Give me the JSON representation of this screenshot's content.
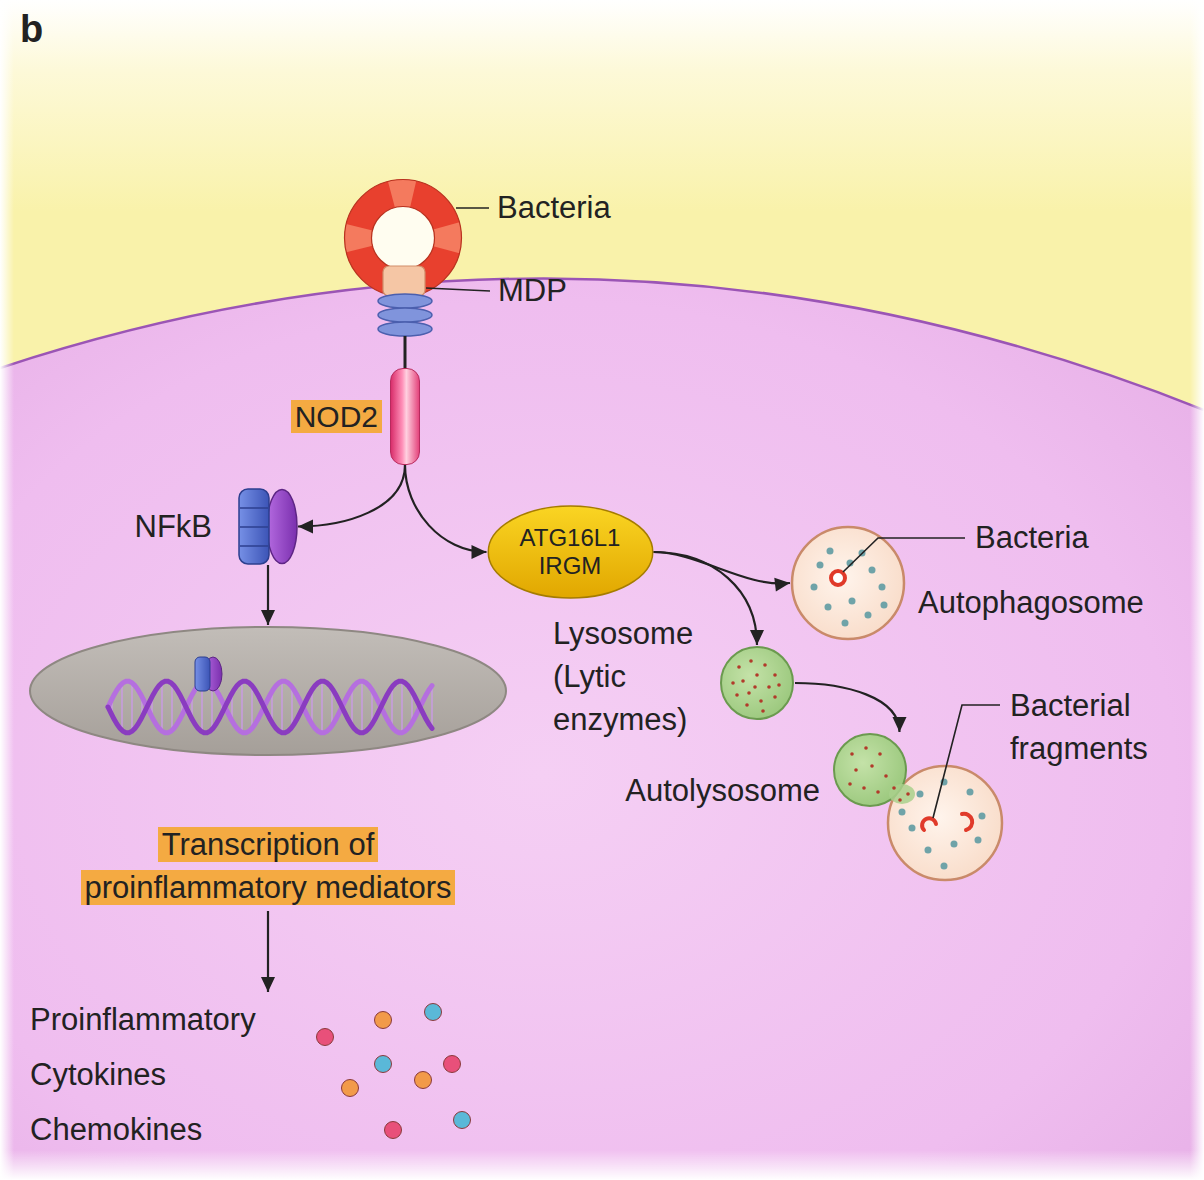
{
  "diagram": {
    "nodes": [
      {
        "text": [
          "NOD2"
        ]
      },
      {
        "text": [
          "NFkB"
        ]
      },
      {
        "text": [
          "ATG16L1 IRGM"
        ]
      },
      {
        "text": [
          "Transcription of proinflammatory mediators"
        ]
      },
      {
        "text": [
          "Proinflammatory Cytokines Chemokines"
        ]
      },
      {
        "text": [
          "Autophagosome"
        ]
      },
      {
        "text": [
          "Lysosome (Lytic enzymes)"
        ]
      },
      {
        "text": [
          "Autolysosome"
        ]
      }
    ],
    "edges": [
      {
        "from": 0,
        "to": 1,
        "arrow": "to"
      },
      {
        "from": 0,
        "to": 2,
        "arrow": "to"
      },
      {
        "from": 1,
        "to": 3,
        "arrow": "to"
      },
      {
        "from": 3,
        "to": 4,
        "arrow": "to"
      },
      {
        "from": 2,
        "to": 5,
        "arrow": "to"
      },
      {
        "from": 2,
        "to": 6,
        "arrow": "to"
      },
      {
        "from": 6,
        "to": 7,
        "arrow": "to"
      }
    ],
    "labels": [
      "b",
      "Bacteria",
      "MDP",
      "Bacteria",
      "Bacterial fragments"
    ]
  }
}
